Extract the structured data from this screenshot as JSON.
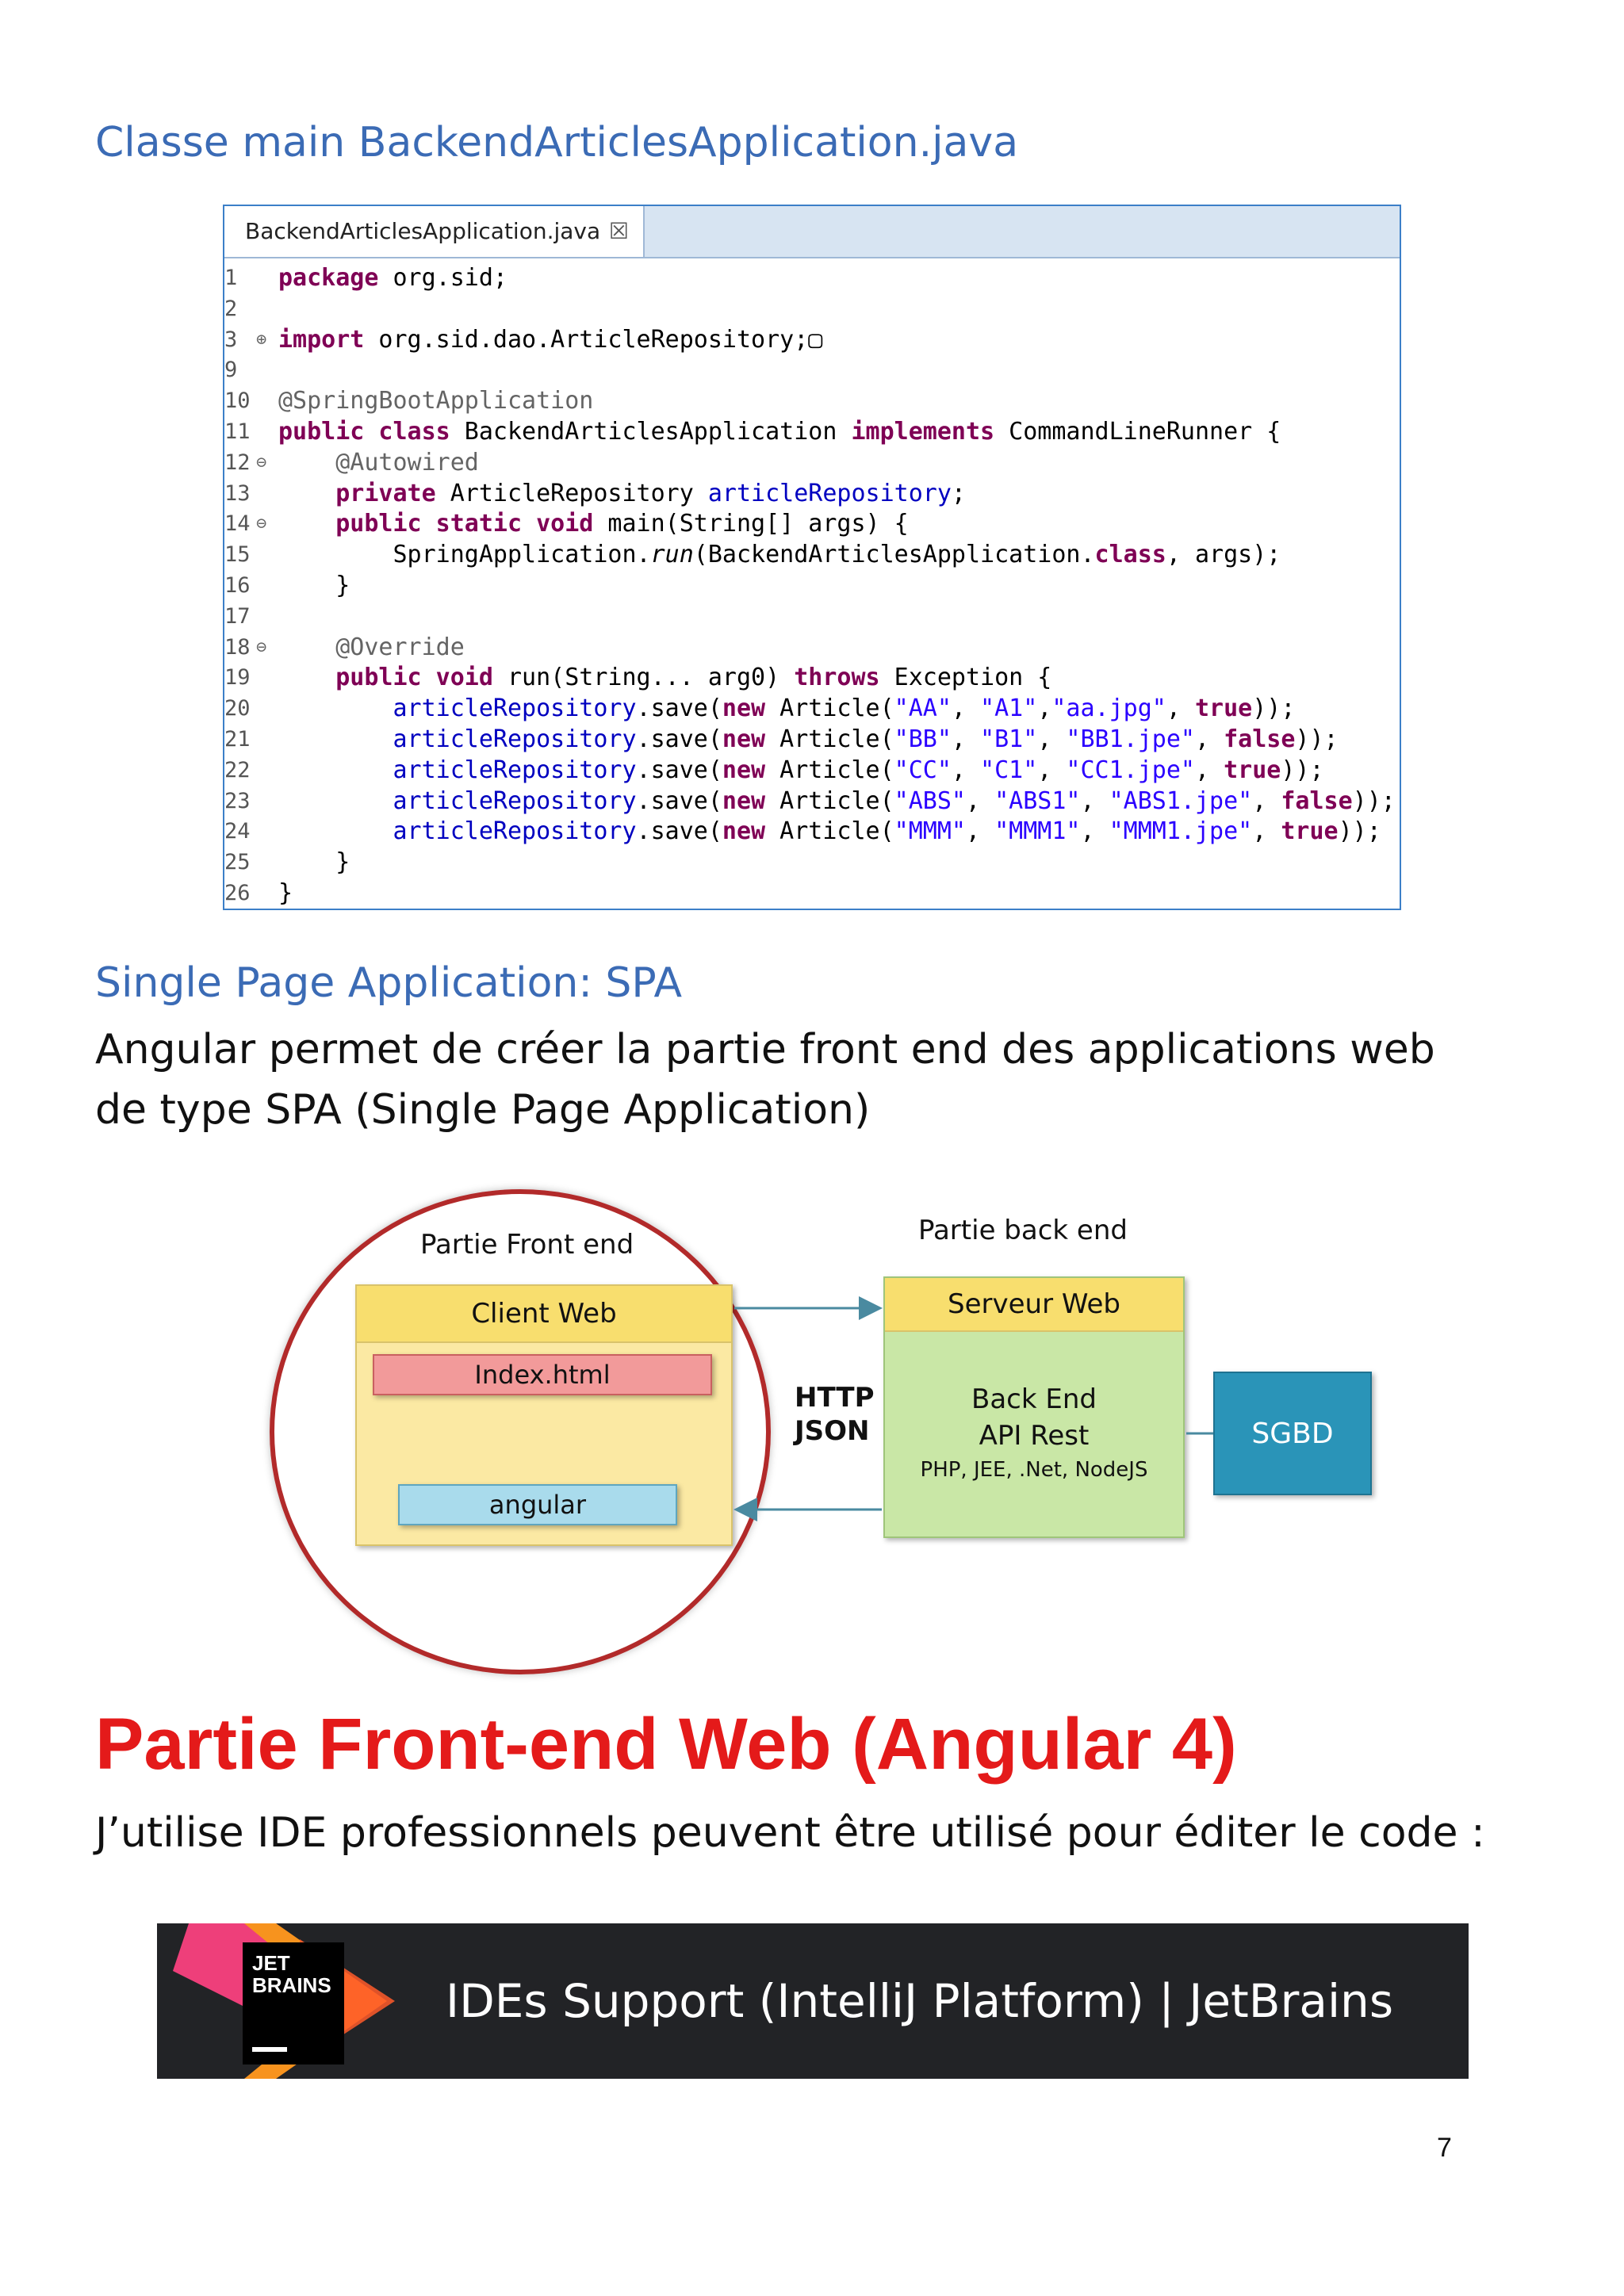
{
  "section1": {
    "title": "Classe main BackendArticlesApplication.java"
  },
  "editor": {
    "tab": {
      "filename": "BackendArticlesApplication.java",
      "close_glyph": "☒"
    },
    "lines": [
      {
        "n": "1",
        "fold": "",
        "html": "<span class='kw'>package</span> org.sid;"
      },
      {
        "n": "2",
        "fold": "",
        "html": ""
      },
      {
        "n": "3",
        "fold": "⊕",
        "html": "<span class='kw'>import</span> org.sid.dao.ArticleRepository;▢"
      },
      {
        "n": "9",
        "fold": "",
        "html": ""
      },
      {
        "n": "10",
        "fold": "",
        "html": "<span class='an'>@SpringBootApplication</span>"
      },
      {
        "n": "11",
        "fold": "",
        "html": "<span class='kw'>public class</span> BackendArticlesApplication <span class='kw'>implements</span> CommandLineRunner {"
      },
      {
        "n": "12",
        "fold": "⊖",
        "html": "    <span class='an'>@Autowired</span>"
      },
      {
        "n": "13",
        "fold": "",
        "html": "    <span class='kw'>private</span> ArticleRepository <span class='fd'>articleRepository</span>;"
      },
      {
        "n": "14",
        "fold": "⊖",
        "html": "    <span class='kw'>public static void</span> main(String[] args) {"
      },
      {
        "n": "15",
        "fold": "",
        "html": "        SpringApplication.<span class='it'>run</span>(BackendArticlesApplication.<span class='kw'>class</span>, args);"
      },
      {
        "n": "16",
        "fold": "",
        "html": "    }"
      },
      {
        "n": "17",
        "fold": "",
        "html": ""
      },
      {
        "n": "18",
        "fold": "⊖",
        "html": "    <span class='an'>@Override</span>"
      },
      {
        "n": "19",
        "fold": "",
        "html": "    <span class='kw'>public void</span> run(String... arg0) <span class='kw'>throws</span> Exception {"
      },
      {
        "n": "20",
        "fold": "",
        "html": "        <span class='fd'>articleRepository</span>.save(<span class='kw'>new</span> Article(<span class='st'>\"AA\"</span>, <span class='st'>\"A1\"</span>,<span class='st'>\"aa.jpg\"</span>, <span class='kw'>true</span>));"
      },
      {
        "n": "21",
        "fold": "",
        "html": "        <span class='fd'>articleRepository</span>.save(<span class='kw'>new</span> Article(<span class='st'>\"BB\"</span>, <span class='st'>\"B1\"</span>, <span class='st'>\"BB1.jpe\"</span>, <span class='kw'>false</span>));"
      },
      {
        "n": "22",
        "fold": "",
        "html": "        <span class='fd'>articleRepository</span>.save(<span class='kw'>new</span> Article(<span class='st'>\"CC\"</span>, <span class='st'>\"C1\"</span>, <span class='st'>\"CC1.jpe\"</span>, <span class='kw'>true</span>));"
      },
      {
        "n": "23",
        "fold": "",
        "html": "        <span class='fd'>articleRepository</span>.save(<span class='kw'>new</span> Article(<span class='st'>\"ABS\"</span>, <span class='st'>\"ABS1\"</span>, <span class='st'>\"ABS1.jpe\"</span>, <span class='kw'>false</span>));"
      },
      {
        "n": "24",
        "fold": "",
        "html": "        <span class='fd'>articleRepository</span>.save(<span class='kw'>new</span> Article(<span class='st'>\"MMM\"</span>, <span class='st'>\"MMM1\"</span>, <span class='st'>\"MMM1.jpe\"</span>, <span class='kw'>true</span>));"
      },
      {
        "n": "25",
        "fold": "",
        "html": "    }"
      },
      {
        "n": "26",
        "fold": "",
        "html": "}"
      }
    ]
  },
  "section2": {
    "title": "Single Page Application: SPA",
    "paragraph_line1": "Angular permet de créer la partie front end des applications web",
    "paragraph_line2": "de type SPA (Single Page Application)"
  },
  "diagram": {
    "front_label": "Partie Front end",
    "back_label": "Partie back end",
    "client_web": "Client Web",
    "index_html": "Index.html",
    "angular": "angular",
    "protocol_line1": "HTTP",
    "protocol_line2": "JSON",
    "server_web": "Serveur Web",
    "backend_line1": "Back End",
    "backend_line2": "API Rest",
    "backend_line3": "PHP, JEE, .Net, NodeJS",
    "sgbd": "SGBD",
    "colors": {
      "circle": "#b22a2a",
      "yellow_header": "#f8de6e",
      "yellow_body": "#fbe9a3",
      "index": "#f29a9a",
      "angular": "#a9dbec",
      "green": "#c9e7a6",
      "sgbd": "#2a94b8",
      "arrow": "#4a8aa0"
    }
  },
  "section3": {
    "title": "Partie Front-end Web (Angular 4)",
    "text": "J’utilise IDE professionnels peuvent être utilisé pour éditer le code :"
  },
  "banner": {
    "logo_line1": "JET",
    "logo_line2": "BRAINS",
    "text": "IDEs Support (IntelliJ Platform) | JetBrains"
  },
  "page": {
    "number": "7"
  }
}
